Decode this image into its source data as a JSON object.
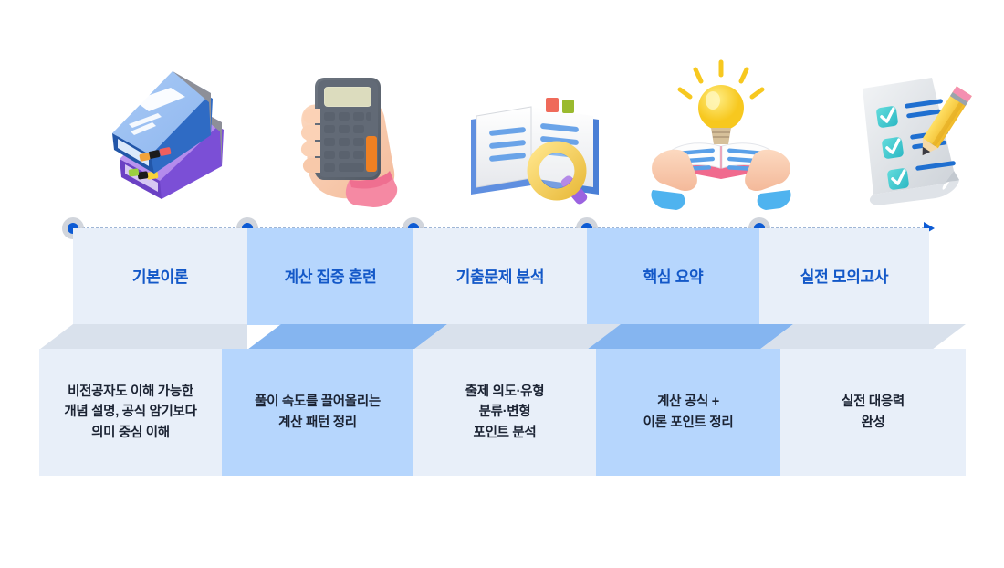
{
  "meta": {
    "title": "5단계 학습 로드맵 인포그래픽",
    "accent_blue": "#1358c8",
    "dot_blue": "#0d5bd4",
    "dot_ring_gray": "#c9ced6",
    "dashed_line_color": "#9fb6d6",
    "panel_light": "#e8eff9",
    "panel_highlight": "#b6d6fd",
    "top_face_light": "#d9e1ec",
    "top_face_highlight": "#85b5f0",
    "body_text": "#1b2333"
  },
  "timeline": {
    "arrow_direction": "right",
    "dot_count": 5
  },
  "steps": [
    {
      "index": 1,
      "title": "기본이론",
      "description": "비전공자도 이해 가능한\n개념 설명, 공식 암기보다\n의미 중심 이해",
      "highlighted": false,
      "icon": "stacked-books-icon",
      "icon_label": "책 두 권이 쌓인 아이콘"
    },
    {
      "index": 2,
      "title": "계산 집중 훈련",
      "description": "풀이 속도를 끌어올리는\n계산 패턴 정리",
      "highlighted": true,
      "icon": "hand-holding-calculator-icon",
      "icon_label": "계산기를 든 손 아이콘"
    },
    {
      "index": 3,
      "title": "기출문제 분석",
      "description": "출제 의도·유형\n분류·변형\n포인트 분석",
      "highlighted": false,
      "icon": "open-book-magnifier-icon",
      "icon_label": "돋보기와 펼친 책 아이콘"
    },
    {
      "index": 4,
      "title": "핵심 요약",
      "description": "계산 공식 +\n이론 포인트 정리",
      "highlighted": true,
      "icon": "hands-book-lightbulb-icon",
      "icon_label": "전구와 책을 든 두 손 아이콘"
    },
    {
      "index": 5,
      "title": "실전 모의고사",
      "description": "실전 대응력\n완성",
      "highlighted": false,
      "icon": "checklist-pencil-icon",
      "icon_label": "체크리스트와 연필 아이콘"
    }
  ]
}
